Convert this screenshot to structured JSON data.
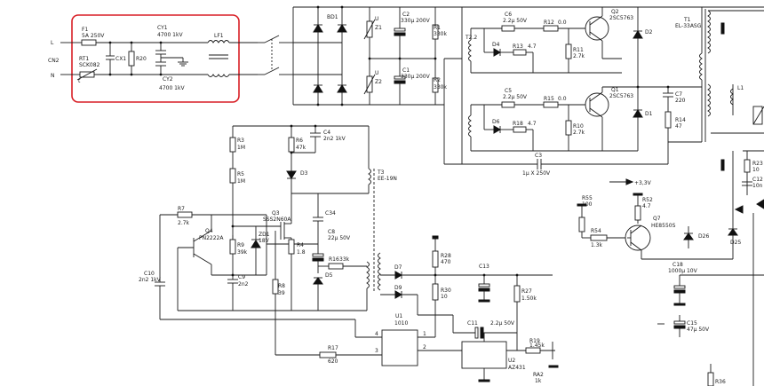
{
  "highlight_color": "#d81f26",
  "wire_color": "#1a1a1a",
  "terminals": {
    "l": "L",
    "cn2": "CN2",
    "n": "N"
  },
  "labels": [
    {
      "id": "f1",
      "text": "F1"
    },
    {
      "id": "f1v",
      "text": "5A 250V"
    },
    {
      "id": "rt1",
      "text": "RT1"
    },
    {
      "id": "rt1v",
      "text": "SCK082"
    },
    {
      "id": "rt1t",
      "text": "t"
    },
    {
      "id": "cx1",
      "text": "CX1"
    },
    {
      "id": "r20",
      "text": "R20"
    },
    {
      "id": "cy1",
      "text": "CY1"
    },
    {
      "id": "cy1v",
      "text": "4700 1kV"
    },
    {
      "id": "cy2",
      "text": "CY2"
    },
    {
      "id": "cy2v",
      "text": "4700 1kV"
    },
    {
      "id": "lf1",
      "text": "LF1"
    },
    {
      "id": "bd1",
      "text": "BD1"
    },
    {
      "id": "u1",
      "text": "U"
    },
    {
      "id": "z1",
      "text": "Z1"
    },
    {
      "id": "u2",
      "text": "U"
    },
    {
      "id": "z2",
      "text": "Z2"
    },
    {
      "id": "c2",
      "text": "C2"
    },
    {
      "id": "c2v",
      "text": "330µ 200V"
    },
    {
      "id": "c1",
      "text": "C1"
    },
    {
      "id": "c1v",
      "text": "330µ 200V"
    },
    {
      "id": "r1",
      "text": "R1"
    },
    {
      "id": "r1v",
      "text": "330k"
    },
    {
      "id": "r2",
      "text": "R2"
    },
    {
      "id": "r2v",
      "text": "330k"
    },
    {
      "id": "c6",
      "text": "C6"
    },
    {
      "id": "c6v",
      "text": "2.2µ 50V"
    },
    {
      "id": "r12",
      "text": "R12"
    },
    {
      "id": "r12v",
      "text": "0.0"
    },
    {
      "id": "q2",
      "text": "Q2"
    },
    {
      "id": "q2v",
      "text": "2SC5763"
    },
    {
      "id": "t22",
      "text": "T2.2"
    },
    {
      "id": "d4",
      "text": "D4"
    },
    {
      "id": "r13",
      "text": "R13"
    },
    {
      "id": "r13v",
      "text": "4.7"
    },
    {
      "id": "r11",
      "text": "R11"
    },
    {
      "id": "r11v",
      "text": "2.7k"
    },
    {
      "id": "d2",
      "text": "D2"
    },
    {
      "id": "c5",
      "text": "C5"
    },
    {
      "id": "c5v",
      "text": "2.2µ 50V"
    },
    {
      "id": "r15",
      "text": "R15"
    },
    {
      "id": "r15v",
      "text": "0.0"
    },
    {
      "id": "q1",
      "text": "Q1"
    },
    {
      "id": "q1v",
      "text": "2SC5763"
    },
    {
      "id": "d6",
      "text": "D6"
    },
    {
      "id": "r18",
      "text": "R18"
    },
    {
      "id": "r18v",
      "text": "4.7"
    },
    {
      "id": "r10",
      "text": "R10"
    },
    {
      "id": "r10v",
      "text": "2.7k"
    },
    {
      "id": "d1",
      "text": "D1"
    },
    {
      "id": "c7",
      "text": "C7"
    },
    {
      "id": "c7v",
      "text": "220"
    },
    {
      "id": "r14",
      "text": "R14"
    },
    {
      "id": "r14v",
      "text": "47"
    },
    {
      "id": "t1",
      "text": "T1"
    },
    {
      "id": "t1v",
      "text": "EL-33ASG"
    },
    {
      "id": "l1",
      "text": "L1"
    },
    {
      "id": "r3",
      "text": "R3"
    },
    {
      "id": "r3v",
      "text": "1M"
    },
    {
      "id": "r6",
      "text": "R6"
    },
    {
      "id": "r6v",
      "text": "47k"
    },
    {
      "id": "c4",
      "text": "C4"
    },
    {
      "id": "c4v",
      "text": "2n2 1kV"
    },
    {
      "id": "d3",
      "text": "D3"
    },
    {
      "id": "r5",
      "text": "R5"
    },
    {
      "id": "r5v",
      "text": "1M"
    },
    {
      "id": "q3",
      "text": "Q3"
    },
    {
      "id": "q3v",
      "text": "SSS2N60A"
    },
    {
      "id": "t3",
      "text": "T3"
    },
    {
      "id": "t3v",
      "text": "EE-19N"
    },
    {
      "id": "c3",
      "text": "C3"
    },
    {
      "id": "c3v",
      "text": "1µ X 250V"
    },
    {
      "id": "p33",
      "text": "+3,3V"
    },
    {
      "id": "r55",
      "text": "R55"
    },
    {
      "id": "r55v",
      "text": "100"
    },
    {
      "id": "r52",
      "text": "R52"
    },
    {
      "id": "r52v",
      "text": "4.7"
    },
    {
      "id": "q7",
      "text": "Q7"
    },
    {
      "id": "q7v",
      "text": "HE8550S"
    },
    {
      "id": "r54",
      "text": "R54"
    },
    {
      "id": "r54v",
      "text": "1.3k"
    },
    {
      "id": "d26",
      "text": "D26"
    },
    {
      "id": "d25",
      "text": "D25"
    },
    {
      "id": "r23",
      "text": "R23"
    },
    {
      "id": "r23v",
      "text": "10"
    },
    {
      "id": "c12",
      "text": "C12"
    },
    {
      "id": "c12v",
      "text": "10n"
    },
    {
      "id": "q4",
      "text": "Q4"
    },
    {
      "id": "q4v",
      "text": "PN2222A"
    },
    {
      "id": "r7",
      "text": "R7"
    },
    {
      "id": "r7v",
      "text": "2.7k"
    },
    {
      "id": "zd1",
      "text": "ZD1"
    },
    {
      "id": "zd1v",
      "text": "18V"
    },
    {
      "id": "r9",
      "text": "R9"
    },
    {
      "id": "r9v",
      "text": "39k"
    },
    {
      "id": "r4",
      "text": "R4"
    },
    {
      "id": "r4v",
      "text": "1.8"
    },
    {
      "id": "c34",
      "text": "C34"
    },
    {
      "id": "c8",
      "text": "C8"
    },
    {
      "id": "c8v",
      "text": "22µ 50V"
    },
    {
      "id": "r16",
      "text": "R16"
    },
    {
      "id": "r16v",
      "text": "33k"
    },
    {
      "id": "d5",
      "text": "D5"
    },
    {
      "id": "c10",
      "text": "C10"
    },
    {
      "id": "c10v",
      "text": "2n2 1kV"
    },
    {
      "id": "c9",
      "text": "C9"
    },
    {
      "id": "c9v",
      "text": "2n2"
    },
    {
      "id": "r8",
      "text": "R8"
    },
    {
      "id": "r8v",
      "text": "39"
    },
    {
      "id": "d7",
      "text": "D7"
    },
    {
      "id": "d9",
      "text": "D9"
    },
    {
      "id": "r28",
      "text": "R28"
    },
    {
      "id": "r28v",
      "text": "470"
    },
    {
      "id": "c13",
      "text": "C13"
    },
    {
      "id": "r30",
      "text": "R30"
    },
    {
      "id": "r30v",
      "text": "10"
    },
    {
      "id": "r27",
      "text": "R27"
    },
    {
      "id": "r27v",
      "text": "1.50k"
    },
    {
      "id": "c18",
      "text": "C18"
    },
    {
      "id": "c18v",
      "text": "1000µ 10V"
    },
    {
      "id": "u1ic",
      "text": "U1"
    },
    {
      "id": "u1icv",
      "text": "1010"
    },
    {
      "id": "u1p4",
      "text": "4"
    },
    {
      "id": "u1p1",
      "text": "1"
    },
    {
      "id": "u1p3",
      "text": "3"
    },
    {
      "id": "u1p2",
      "text": "2"
    },
    {
      "id": "c11",
      "text": "C11"
    },
    {
      "id": "c11v",
      "text": "2.2µ 50V"
    },
    {
      "id": "c15",
      "text": "C15"
    },
    {
      "id": "c15v",
      "text": "47µ 50V"
    },
    {
      "id": "r19",
      "text": "R19"
    },
    {
      "id": "r19v",
      "text": "1.45k"
    },
    {
      "id": "r17",
      "text": "R17"
    },
    {
      "id": "r17v",
      "text": "620"
    },
    {
      "id": "u2",
      "text": "U2"
    },
    {
      "id": "u2v",
      "text": "AZ431"
    },
    {
      "id": "ra2",
      "text": "RA2"
    },
    {
      "id": "ra2v",
      "text": "1k"
    },
    {
      "id": "r36",
      "text": "R36"
    }
  ]
}
